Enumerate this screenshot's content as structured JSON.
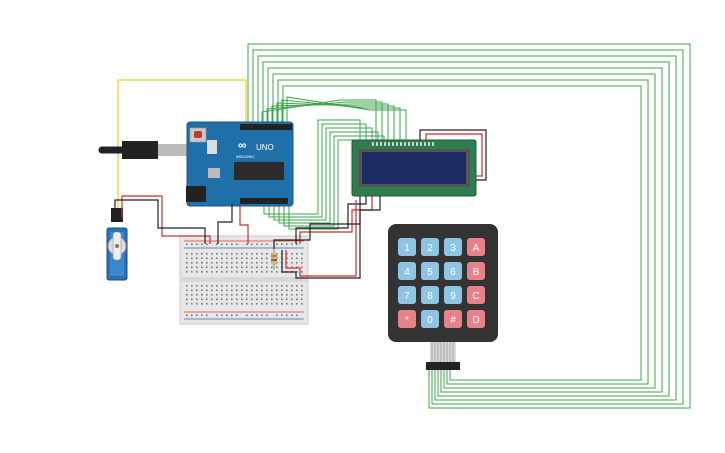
{
  "arduino": {
    "logo_text": "UNO",
    "brand_text": "ARDUINO",
    "board_color": "#1f6fa8"
  },
  "lcd": {
    "screen_color": "#1b2a63",
    "board_color": "#2e7d4f"
  },
  "keypad": {
    "keys": [
      {
        "label": "1",
        "kind": "num"
      },
      {
        "label": "2",
        "kind": "num"
      },
      {
        "label": "3",
        "kind": "num"
      },
      {
        "label": "A",
        "kind": "fn"
      },
      {
        "label": "4",
        "kind": "num"
      },
      {
        "label": "5",
        "kind": "num"
      },
      {
        "label": "6",
        "kind": "num"
      },
      {
        "label": "B",
        "kind": "fn"
      },
      {
        "label": "7",
        "kind": "num"
      },
      {
        "label": "8",
        "kind": "num"
      },
      {
        "label": "9",
        "kind": "num"
      },
      {
        "label": "C",
        "kind": "fn"
      },
      {
        "label": "*",
        "kind": "fn"
      },
      {
        "label": "0",
        "kind": "num"
      },
      {
        "label": "#",
        "kind": "fn"
      },
      {
        "label": "D",
        "kind": "fn"
      }
    ],
    "num_color": "#8fc5e4",
    "fn_color": "#e8828a",
    "body_color": "#333333"
  },
  "wire_colors": {
    "green": "#3aa64a",
    "red": "#d42a2a",
    "black": "#222222",
    "yellow": "#e8d020"
  }
}
